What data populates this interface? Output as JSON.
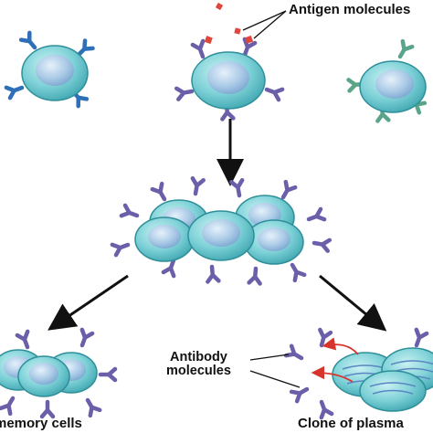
{
  "labels": {
    "antigen": "Antigen molecules",
    "antibody_line1": "Antibody",
    "antibody_line2": "molecules",
    "memory": "memory cells",
    "clone": "Clone of plasma"
  },
  "colors": {
    "cell_fill": "#7fd2d8",
    "cell_edge": "#2f8f99",
    "nucleus_fill": "#a9c9e6",
    "receptor_blue": "#2d6fb8",
    "receptor_green": "#5aa58a",
    "receptor_purple": "#6a5fa8",
    "antigen_red": "#e0463c",
    "arrow": "#111111",
    "secretion_arrow": "#d9342b"
  }
}
